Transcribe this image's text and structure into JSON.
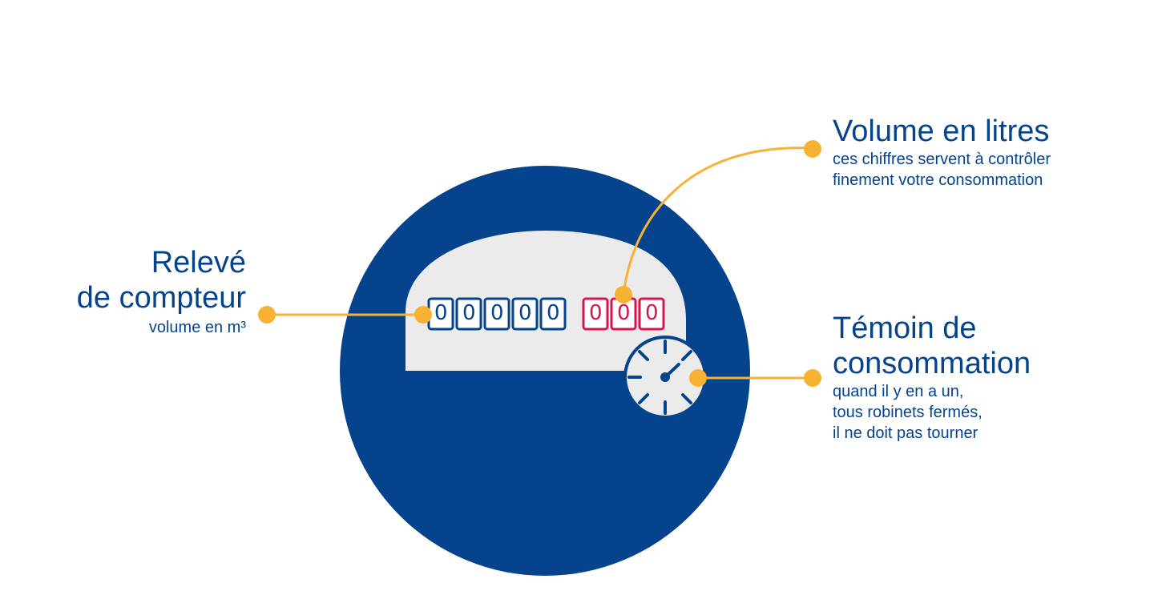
{
  "colors": {
    "blue": "#05438d",
    "accent": "#f7b133",
    "red": "#d8144f",
    "panel": "#ebebeb"
  },
  "left_label": {
    "title_line1": "Relevé",
    "title_line2": "de compteur",
    "subtitle": "volume en m³"
  },
  "top_right_label": {
    "title": "Volume en litres",
    "line1": "ces chiffres servent à contrôler",
    "line2": "finement votre consommation"
  },
  "bottom_right_label": {
    "title_line1": "Témoin de",
    "title_line2": "consommation",
    "line1": "quand il y en a un,",
    "line2": "tous robinets fermés,",
    "line3": "il ne doit pas tourner"
  },
  "meter": {
    "cubic_digits": [
      "0",
      "0",
      "0",
      "0",
      "0"
    ],
    "litre_digits": [
      "0",
      "0",
      "0"
    ]
  }
}
